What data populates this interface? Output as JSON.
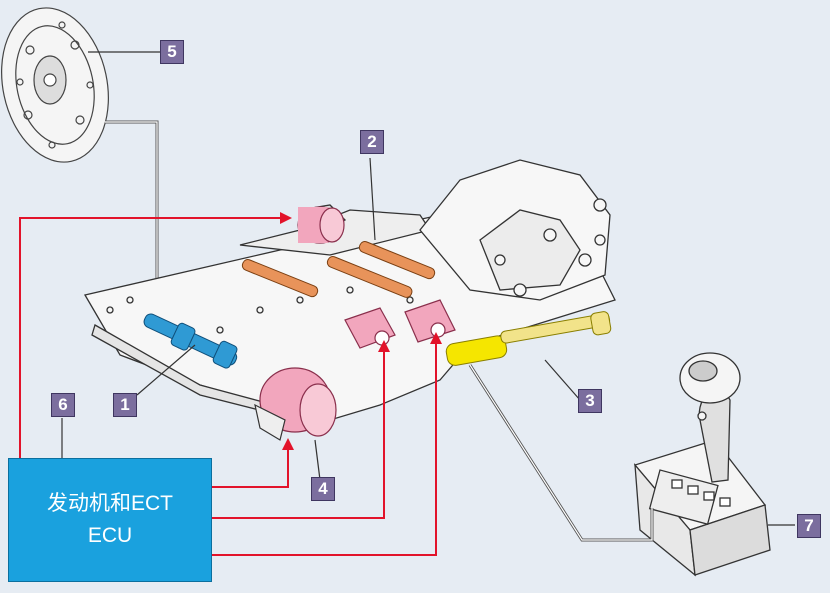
{
  "colors": {
    "background": "#e6ecf3",
    "signal_line": "#e2132a",
    "ecu_box": "#1aa1de",
    "callout_box": "#7b6e9e",
    "solenoid_pink": "#f2a6bd",
    "valve_blue": "#2f9ad4",
    "valve_orange": "#e8935a",
    "valve_yellow": "#f5e600"
  },
  "ecu": {
    "line1": "发动机和ECT",
    "line2": "ECU"
  },
  "callouts": [
    {
      "label": "1"
    },
    {
      "label": "2"
    },
    {
      "label": "3"
    },
    {
      "label": "4"
    },
    {
      "label": "5"
    },
    {
      "label": "6"
    },
    {
      "label": "7"
    }
  ],
  "icons": [
    "speed-sensor-plate-icon",
    "valve-body-icon",
    "shift-lever-icon",
    "solenoid-icon"
  ]
}
